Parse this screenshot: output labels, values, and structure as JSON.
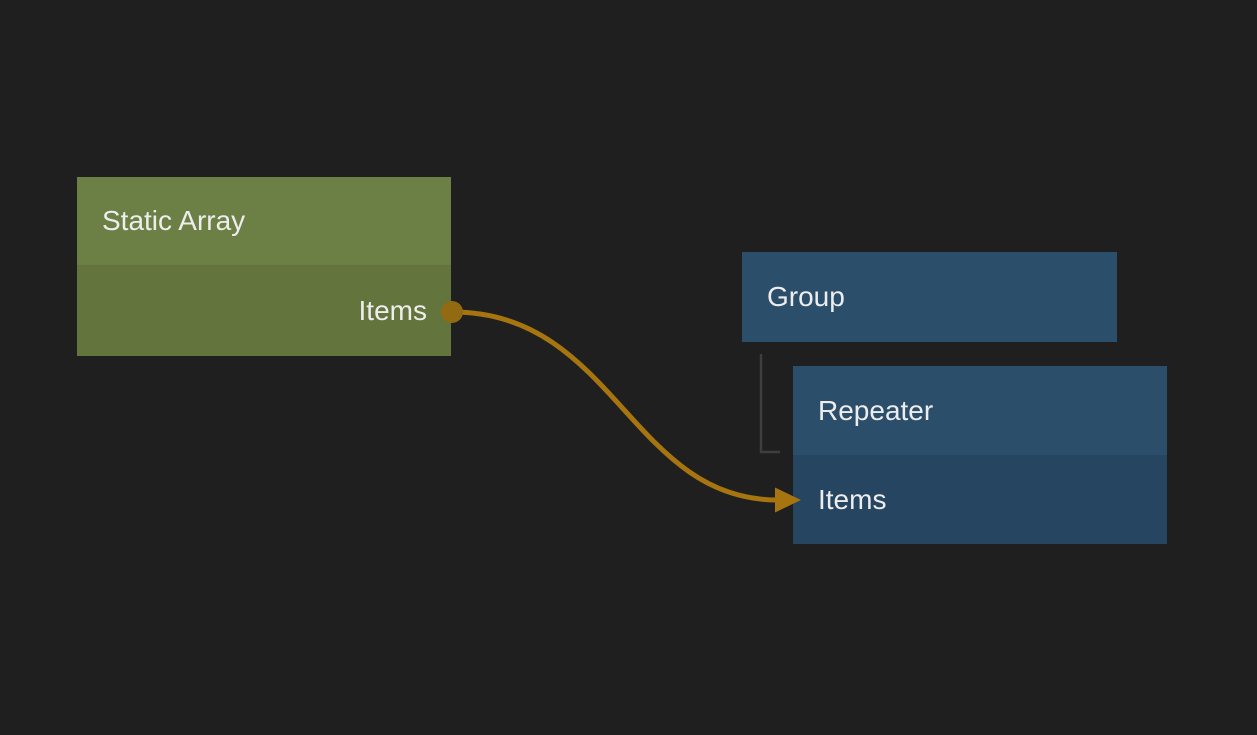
{
  "canvas": {
    "background_color": "#1f1f20",
    "text_color": "#ededed"
  },
  "nodes": {
    "static_array": {
      "title": "Static Array",
      "header_color": "#6c7f44",
      "body_color": "#63753c",
      "output_label": "Items"
    },
    "group": {
      "title": "Group",
      "header_color": "#2b4e6b"
    },
    "repeater": {
      "title": "Repeater",
      "header_color": "#2b4e6b",
      "body_color": "#264560",
      "input_label": "Items"
    }
  },
  "connections": {
    "wire": {
      "from": "Static Array / Items",
      "to": "Repeater / Items",
      "color": "#a6750f",
      "port_dot_color": "#916a11"
    },
    "hierarchy": {
      "from": "Group",
      "to": "Repeater",
      "color": "#3e3e3e"
    }
  }
}
